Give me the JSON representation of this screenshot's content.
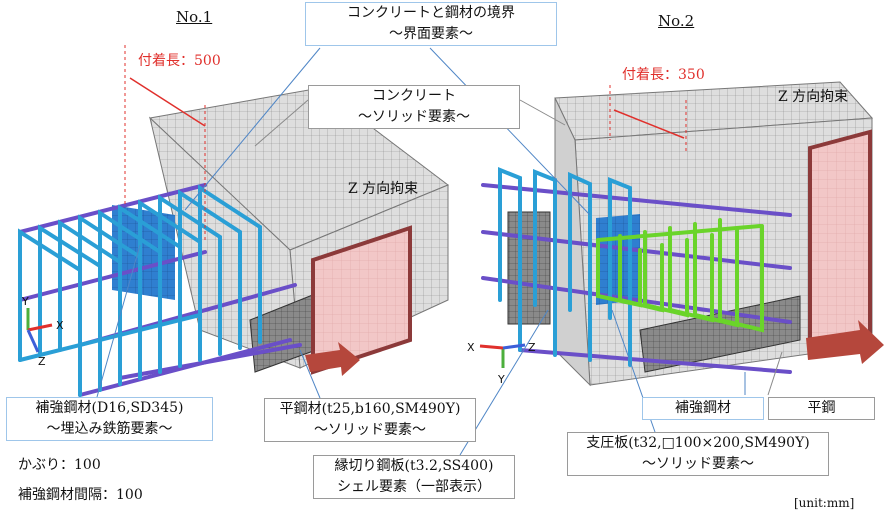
{
  "titles": {
    "no1": "No.1",
    "no2": "No.2"
  },
  "bond_length": {
    "no1": "付着長：500",
    "no2": "付着長：350"
  },
  "callouts": {
    "interface": {
      "line1": "コンクリートと鋼材の境界",
      "line2": "～界面要素～"
    },
    "concrete": {
      "line1": "コンクリート",
      "line2": "～ソリッド要素～"
    },
    "rebar": {
      "line1": "補強鋼材(D16,SD345)",
      "line2": "～埋込み鉄筋要素～"
    },
    "flat_steel": {
      "line1": "平鋼材(t25,b160,SM490Y)",
      "line2": "～ソリッド要素～"
    },
    "edge_plate": {
      "line1": "縁切り鋼板(t3.2,SS400)",
      "line2": "シェル要素（一部表示）"
    },
    "bearing_plate": {
      "line1": "支圧板(t32,□100×200,SM490Y)",
      "line2": "～ソリッド要素～"
    },
    "rebar2": "補強鋼材",
    "flat2": "平鋼"
  },
  "constraint": {
    "no1": "Z 方向拘束",
    "no2": "Z 方向拘束"
  },
  "notes": {
    "cover": "かぶり：100",
    "spacing": "補強鋼材間隔：100",
    "unit": "[unit:mm]"
  },
  "axes": {
    "no1": {
      "x": "X",
      "y": "Y",
      "z": "Z"
    },
    "no2": {
      "x": "X",
      "y": "Y",
      "z": "Z"
    }
  },
  "colors": {
    "concrete": "#dcdcdc",
    "rebar_blue": "#2a9fd6",
    "rebar_purple": "#6a4fc8",
    "rebar_green": "#6ad42a",
    "plate_pink": "#f0c4c4",
    "plate_edge": "#8c3a3a",
    "arrow": "#b5473c",
    "callout_line": "#4f86c6",
    "mesh_dark": "#555"
  }
}
